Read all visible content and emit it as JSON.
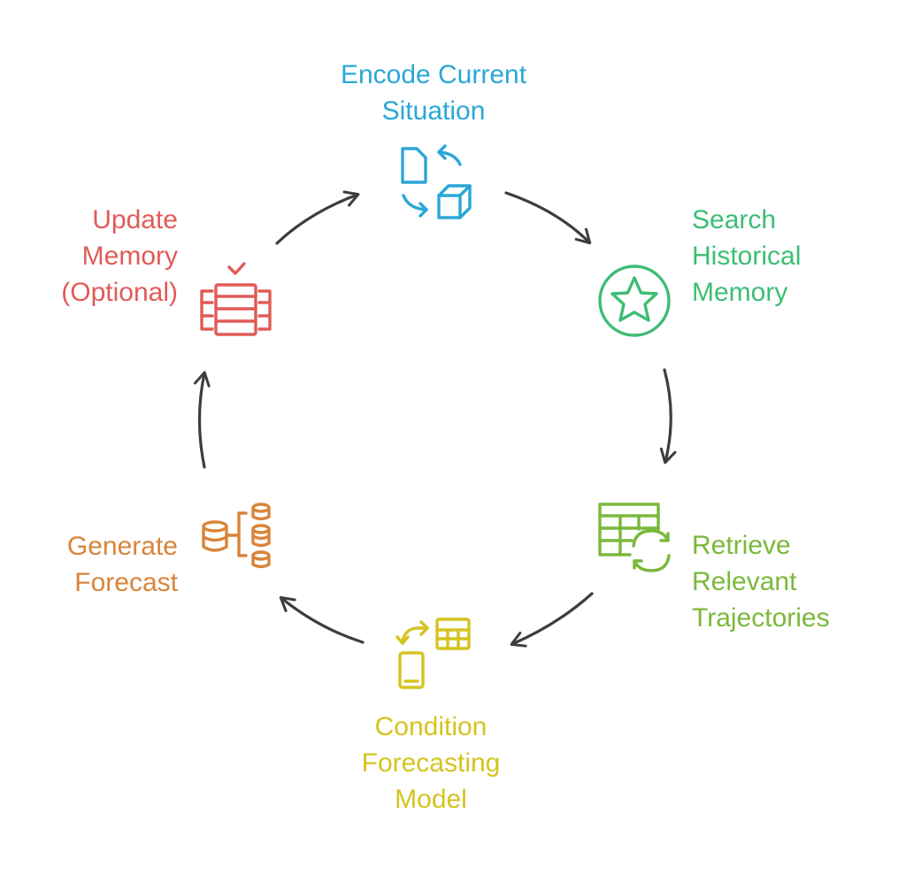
{
  "diagram": {
    "arrow_color": "#3d3d3d",
    "steps": [
      {
        "id": "encode",
        "lines": [
          "Encode Current",
          "Situation"
        ],
        "color": "#2ba7d7",
        "icon": "document-cube-exchange-icon"
      },
      {
        "id": "search",
        "lines": [
          "Search",
          "Historical",
          "Memory"
        ],
        "color": "#3dbd74",
        "icon": "star-badge-icon"
      },
      {
        "id": "retrieve",
        "lines": [
          "Retrieve",
          "Relevant",
          "Trajectories"
        ],
        "color": "#7ab83b",
        "icon": "table-refresh-icon"
      },
      {
        "id": "condition",
        "lines": [
          "Condition",
          "Forecasting",
          "Model"
        ],
        "color": "#d4c41f",
        "icon": "device-table-exchange-icon"
      },
      {
        "id": "generate",
        "lines": [
          "Generate",
          "Forecast"
        ],
        "color": "#d9843a",
        "icon": "database-stack-icon"
      },
      {
        "id": "update",
        "lines": [
          "Update",
          "Memory",
          "(Optional)"
        ],
        "color": "#e05b57",
        "icon": "checked-table-icon"
      }
    ]
  }
}
